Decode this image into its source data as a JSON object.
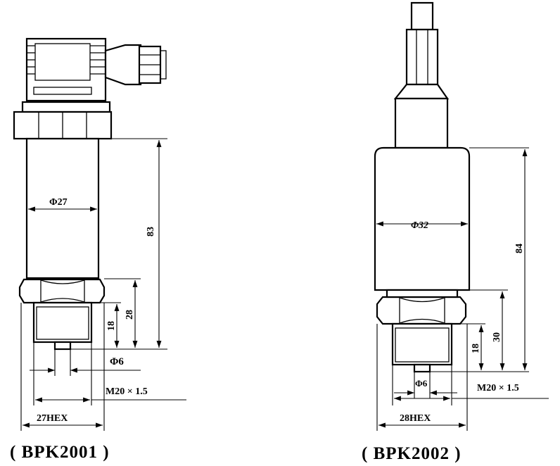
{
  "left_drawing": {
    "caption": "( BPK2001 )",
    "dims": {
      "dia_body": "Φ27",
      "height_total": "83",
      "height_fitting": "28",
      "height_thread": "18",
      "dia_port": "Φ6",
      "thread": "M20 × 1.5",
      "hex": "27HEX"
    }
  },
  "right_drawing": {
    "caption": "( BPK2002 )",
    "dims": {
      "dia_body": "Φ32",
      "height_total": "84",
      "height_fitting": "30",
      "height_thread": "18",
      "dia_port": "Φ6",
      "thread": "M20 × 1.5",
      "hex": "28HEX"
    }
  }
}
